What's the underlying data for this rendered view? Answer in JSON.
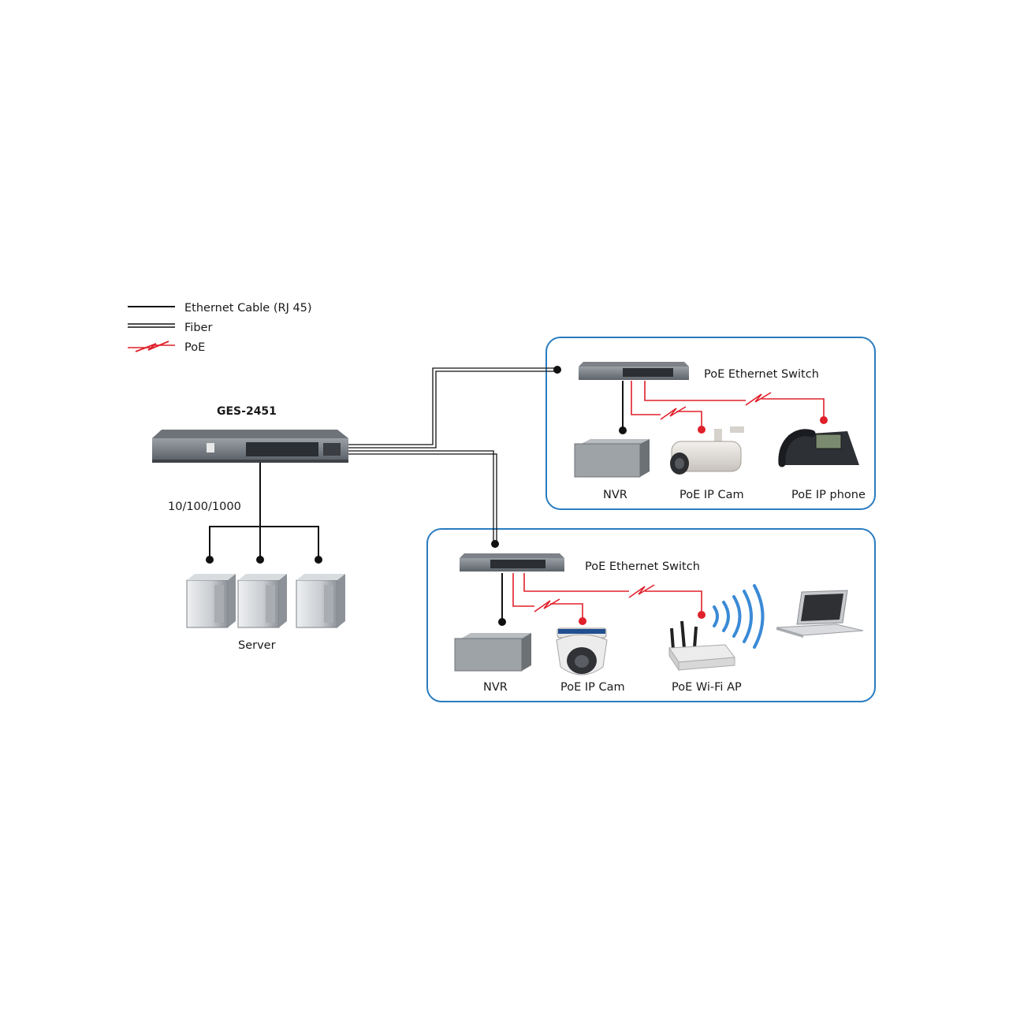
{
  "legend": {
    "ethernet": "Ethernet Cable (RJ 45)",
    "fiber": "Fiber",
    "poe": "PoE"
  },
  "main_switch": {
    "label": "GES-2451"
  },
  "speed_label": "10/100/1000",
  "server_label": "Server",
  "group_top": {
    "switch_label": "PoE Ethernet Switch",
    "nvr_label": "NVR",
    "cam_label": "PoE IP Cam",
    "phone_label": "PoE IP phone"
  },
  "group_bottom": {
    "switch_label": "PoE Ethernet Switch",
    "nvr_label": "NVR",
    "cam_label": "PoE IP Cam",
    "ap_label": "PoE Wi-Fi AP"
  },
  "colors": {
    "ethernet": "#111111",
    "poe": "#e0202a",
    "group_border": "#2a7cc0",
    "wifi": "#3a8ad6"
  }
}
